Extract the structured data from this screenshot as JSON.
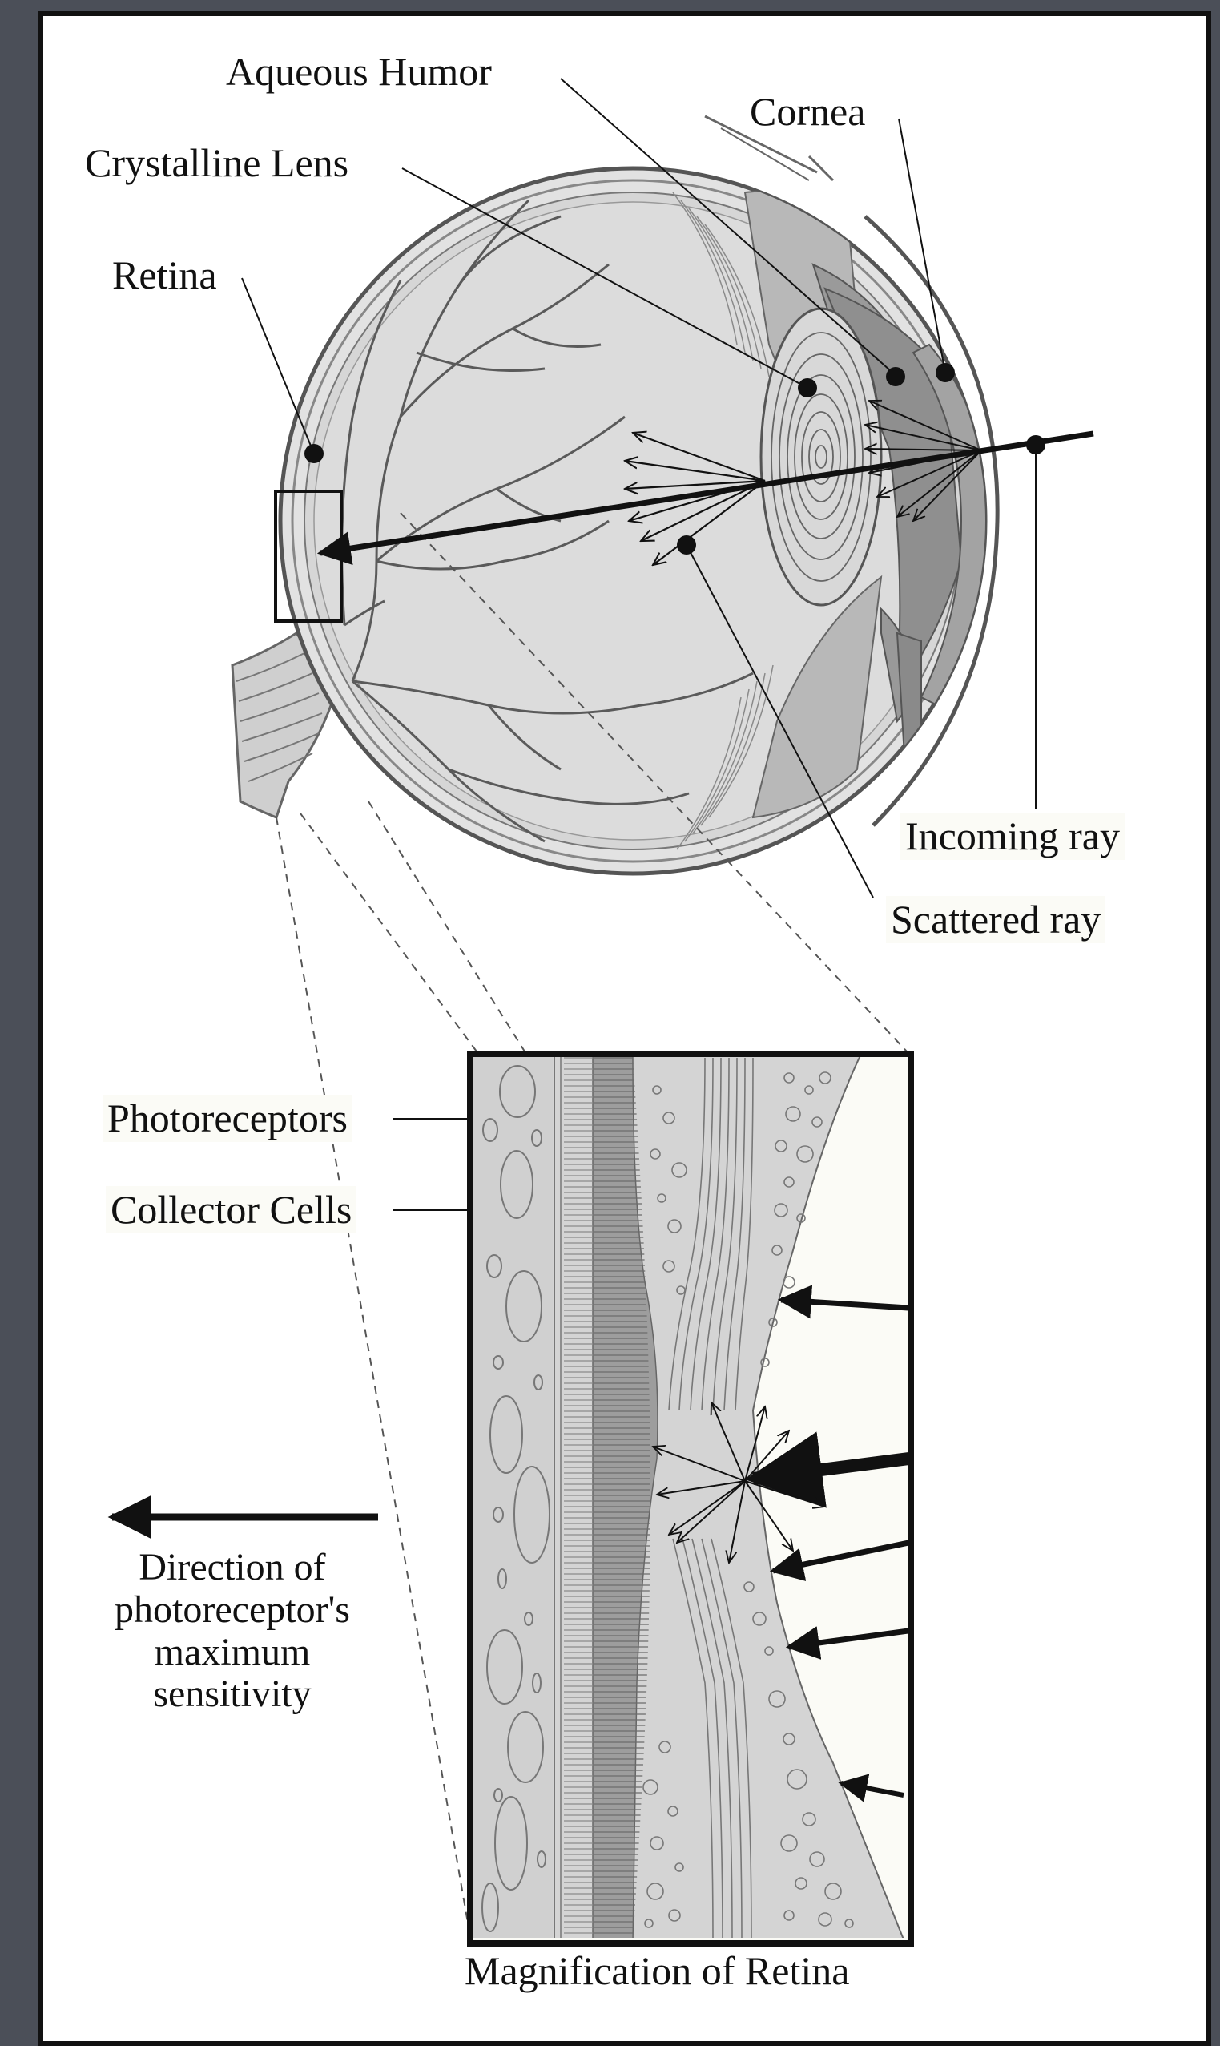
{
  "labels": {
    "aqueous_humor": "Aqueous Humor",
    "cornea": "Cornea",
    "crystalline_lens": "Crystalline Lens",
    "retina": "Retina",
    "incoming_ray": "Incoming ray",
    "scattered_ray": "Scattered ray",
    "photoreceptors": "Photoreceptors",
    "collector_cells": "Collector Cells",
    "direction_line1": "Direction of",
    "direction_line2": "photoreceptor's",
    "direction_line3": "maximum",
    "direction_line4": "sensitivity",
    "magnification": "Magnification of Retina"
  },
  "colors": {
    "background": "#4b4f58",
    "panel": "#ffffff",
    "eye_fill": "#d9d9d9",
    "eye_stroke": "#555555",
    "dark_tissue": "#8a8a8a",
    "vessel": "#5a5a5a",
    "retina_fill": "#d4d4d4",
    "ink": "#111111"
  }
}
